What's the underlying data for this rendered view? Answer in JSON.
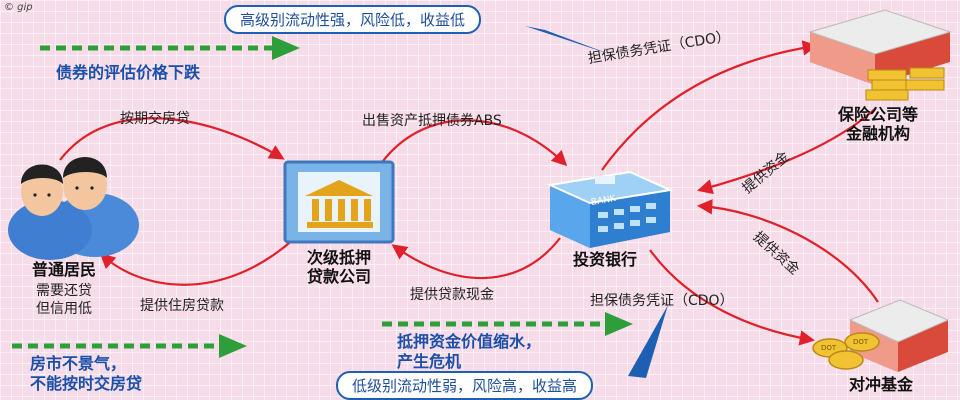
{
  "watermark": "© gip",
  "callouts": {
    "top": "高级别流动性强，风险低，收益低",
    "bottom": "低级别流动性弱，风险高，收益高"
  },
  "notes": {
    "bond_price": "债券的评估价格下跌",
    "collateral": [
      "抵押资金价值缩水，",
      "产生危机"
    ],
    "housing": [
      "房市不景气，",
      "不能按时交房贷"
    ]
  },
  "nodes": {
    "residents": {
      "name": "普通居民",
      "desc": [
        "需要还贷",
        "但信用低"
      ]
    },
    "subprime": {
      "name": [
        "次级抵押",
        "贷款公司"
      ]
    },
    "bank": {
      "name": "投资银行",
      "sign": "BANK"
    },
    "insurance": {
      "name": [
        "保险公司等",
        "金融机构"
      ]
    },
    "hedge": {
      "name": "对冲基金",
      "coin": "DOT"
    }
  },
  "edges": {
    "pay_mortgage": "按期交房贷",
    "provide_loan": "提供住房贷款",
    "sell_abs": "出售资产抵押债券ABS",
    "loan_cash": "提供贷款现金",
    "cdo_top": "担保债务凭证（CDO）",
    "cdo_bottom": "担保债务凭证（CDO）",
    "fund_insurance": "提供资金",
    "fund_hedge": "提供资金"
  },
  "colors": {
    "arrow": "#e0202a",
    "dashed_arrow": "#2e9e3a",
    "note_text": "#1b4fa8",
    "callout_border": "#1e5fb3",
    "background": "#f6dce8"
  }
}
